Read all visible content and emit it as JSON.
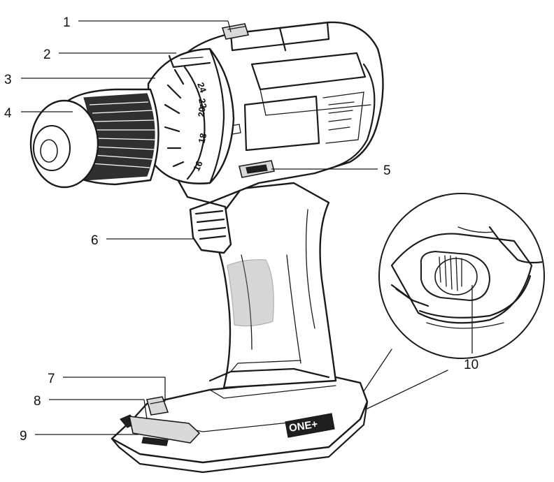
{
  "callouts": [
    {
      "id": "1",
      "label": "1"
    },
    {
      "id": "2",
      "label": "2"
    },
    {
      "id": "3",
      "label": "3"
    },
    {
      "id": "4",
      "label": "4"
    },
    {
      "id": "5",
      "label": "5"
    },
    {
      "id": "6",
      "label": "6"
    },
    {
      "id": "7",
      "label": "7"
    },
    {
      "id": "8",
      "label": "8"
    },
    {
      "id": "9",
      "label": "9"
    },
    {
      "id": "10",
      "label": "10"
    }
  ],
  "clutch_scale": [
    "16",
    "18",
    "20",
    "22",
    "24"
  ],
  "logo": {
    "text": "ONE+"
  }
}
